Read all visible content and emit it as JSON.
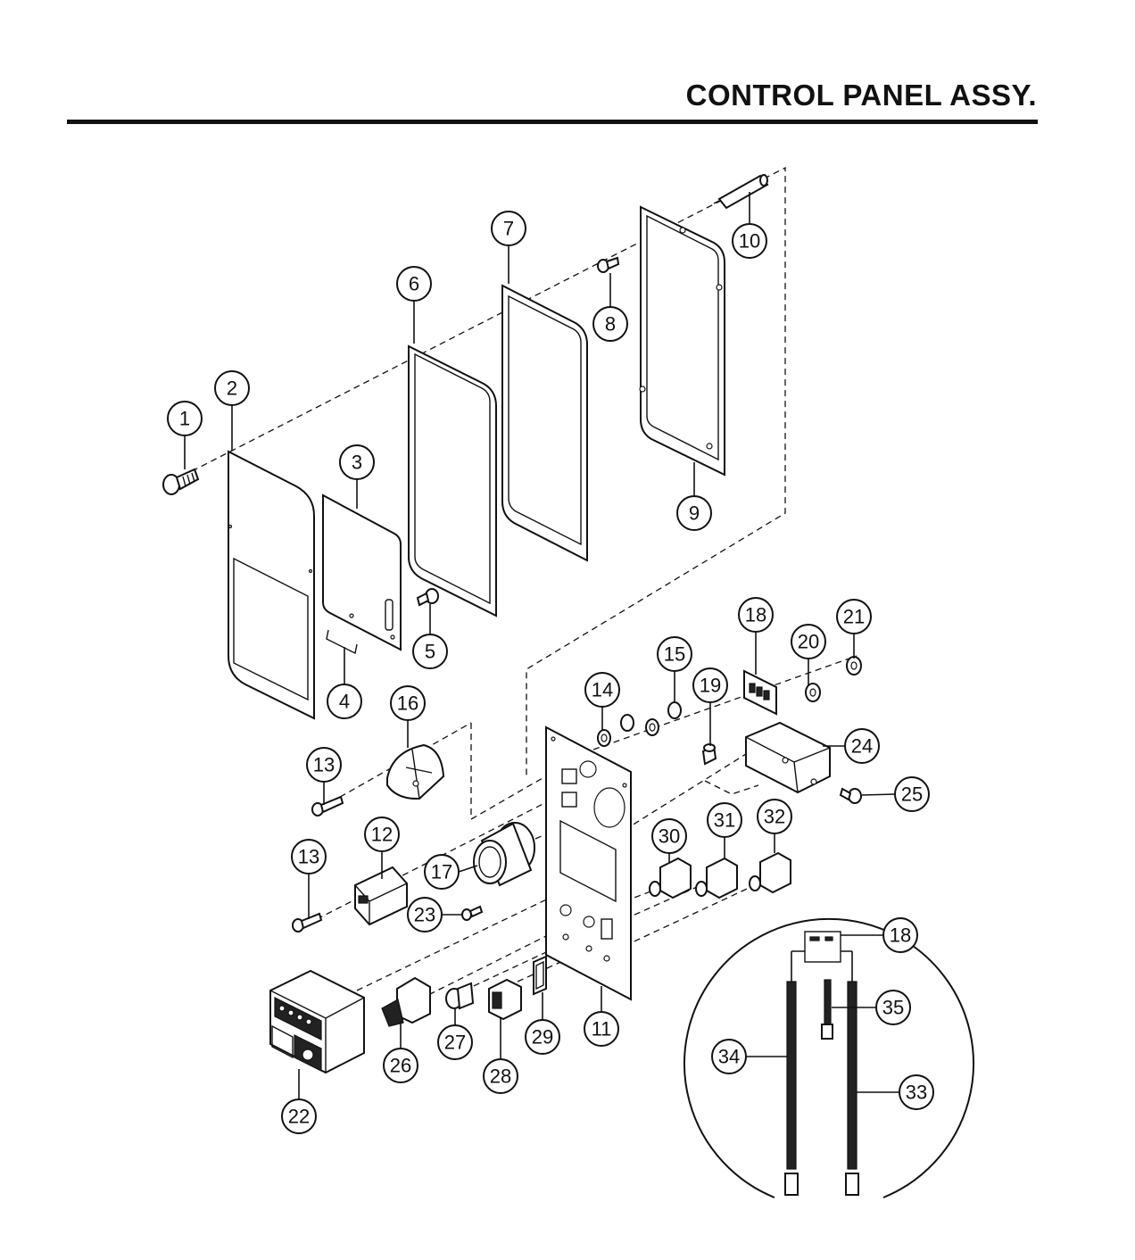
{
  "header": {
    "title": "CONTROL PANEL ASSY."
  },
  "callouts": [
    {
      "id": "c1",
      "label": "1"
    },
    {
      "id": "c2",
      "label": "2"
    },
    {
      "id": "c3",
      "label": "3"
    },
    {
      "id": "c4",
      "label": "4"
    },
    {
      "id": "c5",
      "label": "5"
    },
    {
      "id": "c6",
      "label": "6"
    },
    {
      "id": "c7",
      "label": "7"
    },
    {
      "id": "c8",
      "label": "8"
    },
    {
      "id": "c9",
      "label": "9"
    },
    {
      "id": "c10",
      "label": "10"
    },
    {
      "id": "c11",
      "label": "11"
    },
    {
      "id": "c12",
      "label": "12"
    },
    {
      "id": "c13a",
      "label": "13"
    },
    {
      "id": "c13b",
      "label": "13"
    },
    {
      "id": "c14",
      "label": "14"
    },
    {
      "id": "c15",
      "label": "15"
    },
    {
      "id": "c16",
      "label": "16"
    },
    {
      "id": "c17",
      "label": "17"
    },
    {
      "id": "c18a",
      "label": "18"
    },
    {
      "id": "c18b",
      "label": "18"
    },
    {
      "id": "c19",
      "label": "19"
    },
    {
      "id": "c20",
      "label": "20"
    },
    {
      "id": "c21",
      "label": "21"
    },
    {
      "id": "c22",
      "label": "22"
    },
    {
      "id": "c23",
      "label": "23"
    },
    {
      "id": "c24",
      "label": "24"
    },
    {
      "id": "c25",
      "label": "25"
    },
    {
      "id": "c26",
      "label": "26"
    },
    {
      "id": "c27",
      "label": "27"
    },
    {
      "id": "c28",
      "label": "28"
    },
    {
      "id": "c29",
      "label": "29"
    },
    {
      "id": "c30",
      "label": "30"
    },
    {
      "id": "c31",
      "label": "31"
    },
    {
      "id": "c32",
      "label": "32"
    },
    {
      "id": "c33",
      "label": "33"
    },
    {
      "id": "c34",
      "label": "34"
    },
    {
      "id": "c35",
      "label": "35"
    }
  ]
}
